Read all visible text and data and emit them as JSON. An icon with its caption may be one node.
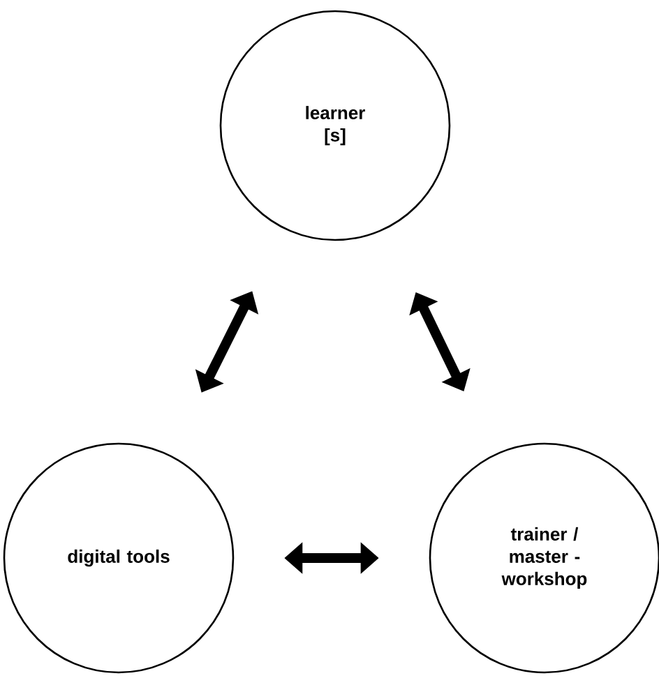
{
  "diagram": {
    "nodes": [
      {
        "text": [
          "learner [s]"
        ]
      },
      {
        "text": [
          "digital tools"
        ]
      },
      {
        "text": [
          "trainer / master - workshop"
        ]
      }
    ],
    "edges": [
      {
        "from": 1,
        "to": 0,
        "arrow": "both"
      },
      {
        "from": 0,
        "to": 2,
        "arrow": "both"
      },
      {
        "from": 1,
        "to": 2,
        "arrow": "both"
      }
    ]
  }
}
